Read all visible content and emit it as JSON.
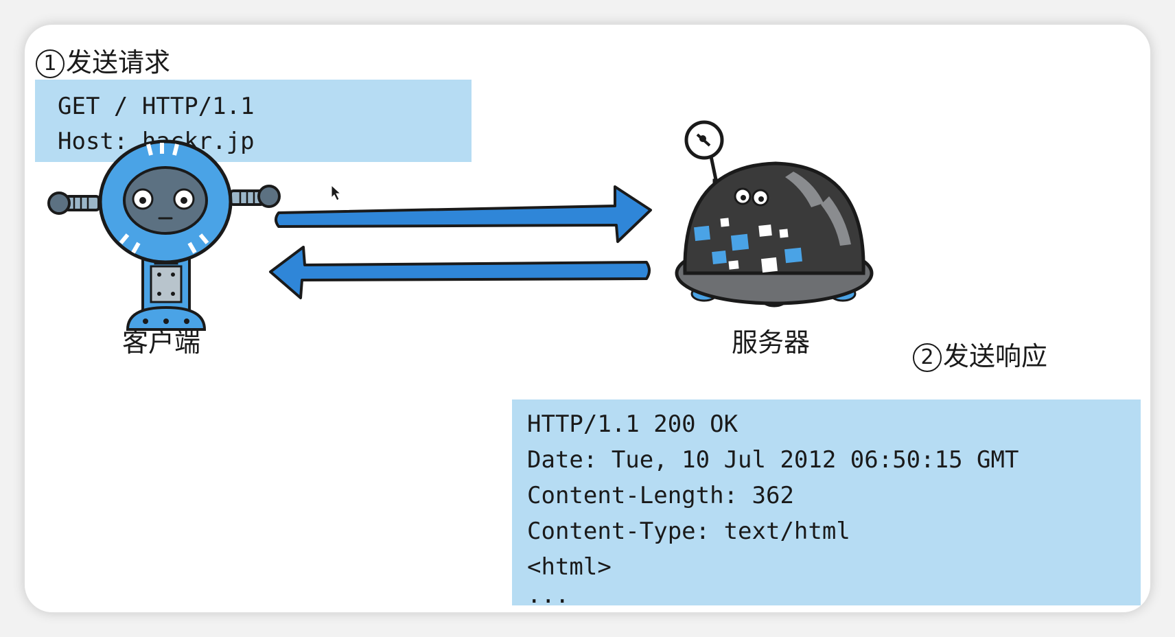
{
  "request": {
    "step_number": "1",
    "step_label": "发送请求",
    "lines": [
      "GET / HTTP/1.1",
      "Host: hackr.jp"
    ]
  },
  "response": {
    "step_number": "2",
    "step_label": "发送响应",
    "lines": [
      "HTTP/1.1 200 OK",
      "Date: Tue, 10 Jul 2012 06:50:15 GMT",
      "Content-Length: 362",
      "Content-Type: text/html",
      "<html>",
      "..."
    ]
  },
  "client": {
    "label": "客户端",
    "icon": "client-robot-icon"
  },
  "server": {
    "label": "服务器",
    "icon": "server-robot-icon"
  },
  "colors": {
    "message_box": "#b6dcf3",
    "arrow": "#2f86d8",
    "robot_blue": "#4aa3e6",
    "server_body": "#3a3a3a"
  }
}
